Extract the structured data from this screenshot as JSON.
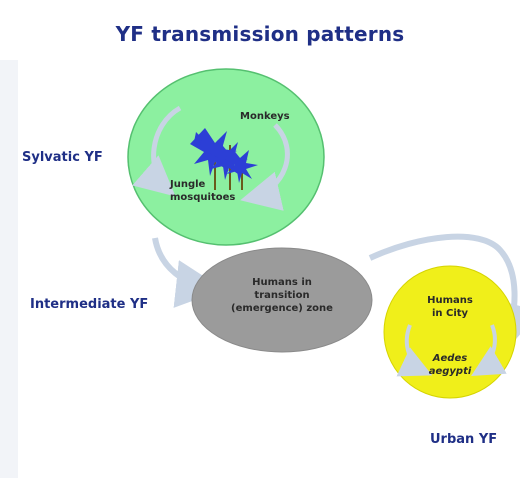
{
  "title": "YF transmission patterns",
  "sylvatic": {
    "label": "Sylvatic YF",
    "monkeys": "Monkeys",
    "mosquitoes_line1": "Jungle",
    "mosquitoes_line2": "mosquitoes",
    "fill": "#8cf0a0"
  },
  "intermediate": {
    "label": "Intermediate YF",
    "line1": "Humans in",
    "line2": "transition",
    "line3": "(emergence) zone",
    "fill": "#9b9b9b"
  },
  "urban": {
    "label": "Urban YF",
    "humans_line1": "Humans",
    "humans_line2": "in City",
    "vector_line1": "Aedes",
    "vector_line2": "aegypti",
    "fill": "#f0ef1a"
  },
  "colors": {
    "title": "#1f2f86",
    "arrow": "#c8d4e4",
    "tree": "#2c3fd6"
  }
}
